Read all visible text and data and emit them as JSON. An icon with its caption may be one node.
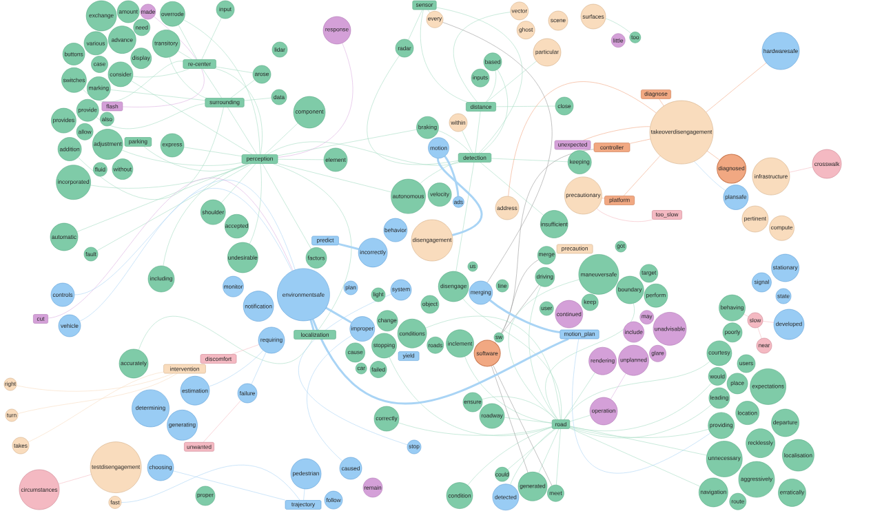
{
  "diagram": {
    "nodes": [
      {
        "text": [
          "exchange"
        ]
      },
      {
        "text": [
          "amount"
        ]
      },
      {
        "text": [
          "made"
        ]
      },
      {
        "text": [
          "overrode"
        ]
      },
      {
        "text": [
          "need"
        ]
      },
      {
        "text": [
          "various"
        ]
      },
      {
        "text": [
          "advance"
        ]
      },
      {
        "text": [
          "transitory"
        ]
      },
      {
        "text": [
          "display"
        ]
      },
      {
        "text": [
          "buttons"
        ]
      },
      {
        "text": [
          "switches"
        ]
      },
      {
        "text": [
          "case"
        ]
      },
      {
        "text": [
          "consider"
        ]
      },
      {
        "text": [
          "marking"
        ]
      },
      {
        "text": [
          "flash"
        ]
      },
      {
        "text": [
          "provide"
        ]
      },
      {
        "text": [
          "provides"
        ]
      },
      {
        "text": [
          "also"
        ]
      },
      {
        "text": [
          "allow"
        ]
      },
      {
        "text": [
          "adjustment"
        ]
      },
      {
        "text": [
          "parking"
        ]
      },
      {
        "text": [
          "without"
        ]
      },
      {
        "text": [
          "addition"
        ]
      },
      {
        "text": [
          "incorporated"
        ]
      },
      {
        "text": [
          "fluid"
        ]
      },
      {
        "text": [
          "input"
        ]
      },
      {
        "text": [
          "re-center"
        ]
      },
      {
        "text": [
          "lidar"
        ]
      },
      {
        "text": [
          "arose"
        ]
      },
      {
        "text": [
          "surrounding"
        ]
      },
      {
        "text": [
          "data"
        ]
      },
      {
        "text": [
          "component"
        ]
      },
      {
        "text": [
          "express"
        ]
      },
      {
        "text": [
          "perception"
        ]
      },
      {
        "text": [
          "element"
        ]
      },
      {
        "text": [
          "response"
        ]
      },
      {
        "text": [
          "sensor"
        ]
      },
      {
        "text": [
          "every"
        ]
      },
      {
        "text": [
          "radar"
        ]
      },
      {
        "text": [
          "vector"
        ]
      },
      {
        "text": [
          "scene"
        ]
      },
      {
        "text": [
          "ghost"
        ]
      },
      {
        "text": [
          "surfaces"
        ]
      },
      {
        "text": [
          "particular"
        ]
      },
      {
        "text": [
          "little"
        ]
      },
      {
        "text": [
          "too"
        ]
      },
      {
        "text": [
          "based"
        ]
      },
      {
        "text": [
          "inputs"
        ]
      },
      {
        "text": [
          "distance"
        ]
      },
      {
        "text": [
          "close"
        ]
      },
      {
        "text": [
          "within"
        ]
      },
      {
        "text": [
          "braking"
        ]
      },
      {
        "text": [
          "motion"
        ]
      },
      {
        "text": [
          "detection"
        ]
      },
      {
        "text": [
          "unexpected"
        ]
      },
      {
        "text": [
          "controller"
        ]
      },
      {
        "text": [
          "diagnose"
        ]
      },
      {
        "text": [
          "hardwaresafe"
        ]
      },
      {
        "text": [
          "takeoverdisengagement"
        ]
      },
      {
        "text": [
          "crosswalk"
        ]
      },
      {
        "text": [
          "diagnosed"
        ]
      },
      {
        "text": [
          "infrastructure"
        ]
      },
      {
        "text": [
          "plansafe"
        ]
      },
      {
        "text": [
          "pertinent"
        ]
      },
      {
        "text": [
          "compute"
        ]
      },
      {
        "text": [
          "keeping"
        ]
      },
      {
        "text": [
          "precautionary"
        ]
      },
      {
        "text": [
          "platform"
        ]
      },
      {
        "text": [
          "too_slow"
        ]
      },
      {
        "text": [
          "autonomous"
        ]
      },
      {
        "text": [
          "velocity"
        ]
      },
      {
        "text": [
          "ads"
        ]
      },
      {
        "text": [
          "address"
        ]
      },
      {
        "text": [
          "insufficient"
        ]
      },
      {
        "text": [
          "got"
        ]
      },
      {
        "text": [
          "shoulder"
        ]
      },
      {
        "text": [
          "accepted"
        ]
      },
      {
        "text": [
          "automatic"
        ]
      },
      {
        "text": [
          "fault"
        ]
      },
      {
        "text": [
          "predict"
        ]
      },
      {
        "text": [
          "behavior"
        ]
      },
      {
        "text": [
          "incorrectly"
        ]
      },
      {
        "text": [
          "disengagement"
        ]
      },
      {
        "text": [
          "merge"
        ]
      },
      {
        "text": [
          "precaution"
        ]
      },
      {
        "text": [
          "undesirable"
        ]
      },
      {
        "text": [
          "factors"
        ]
      },
      {
        "text": [
          "us"
        ]
      },
      {
        "text": [
          "driving"
        ]
      },
      {
        "text": [
          "including"
        ]
      },
      {
        "text": [
          "environmentsafe"
        ]
      },
      {
        "text": [
          "monitor"
        ]
      },
      {
        "text": [
          "notification"
        ]
      },
      {
        "text": [
          "plan"
        ]
      },
      {
        "text": [
          "light"
        ]
      },
      {
        "text": [
          "system"
        ]
      },
      {
        "text": [
          "object"
        ]
      },
      {
        "text": [
          "disengage"
        ]
      },
      {
        "text": [
          "merging"
        ]
      },
      {
        "text": [
          "line"
        ]
      },
      {
        "text": [
          "maneuversafe"
        ]
      },
      {
        "text": [
          "keep"
        ]
      },
      {
        "text": [
          "boundary"
        ]
      },
      {
        "text": [
          "target"
        ]
      },
      {
        "text": [
          "perform"
        ]
      },
      {
        "text": [
          "stationary"
        ]
      },
      {
        "text": [
          "signal"
        ]
      },
      {
        "text": [
          "state"
        ]
      },
      {
        "text": [
          "controls"
        ]
      },
      {
        "text": [
          "user"
        ]
      },
      {
        "text": [
          "continued"
        ]
      },
      {
        "text": [
          "behaving"
        ]
      },
      {
        "text": [
          "slow"
        ]
      },
      {
        "text": [
          "developed"
        ]
      },
      {
        "text": [
          "cut"
        ]
      },
      {
        "text": [
          "vehicle"
        ]
      },
      {
        "text": [
          "localization"
        ]
      },
      {
        "text": [
          "change"
        ]
      },
      {
        "text": [
          "improper"
        ]
      },
      {
        "text": [
          "conditions"
        ]
      },
      {
        "text": [
          "motion_plan"
        ]
      },
      {
        "text": [
          "may"
        ]
      },
      {
        "text": [
          "include"
        ]
      },
      {
        "text": [
          "unadvisable"
        ]
      },
      {
        "text": [
          "requiring"
        ]
      },
      {
        "text": [
          "cause"
        ]
      },
      {
        "text": [
          "stopping"
        ]
      },
      {
        "text": [
          "roads"
        ]
      },
      {
        "text": [
          "inclement"
        ]
      },
      {
        "text": [
          "software"
        ]
      },
      {
        "text": [
          "sw"
        ]
      },
      {
        "text": [
          "poorly"
        ]
      },
      {
        "text": [
          "near"
        ]
      },
      {
        "text": [
          "glare"
        ]
      },
      {
        "text": [
          "courtesy"
        ]
      },
      {
        "text": [
          "yield"
        ]
      },
      {
        "text": [
          "failed"
        ]
      },
      {
        "text": [
          "car"
        ]
      },
      {
        "text": [
          "accurately"
        ]
      },
      {
        "text": [
          "discomfort"
        ]
      },
      {
        "text": [
          "intervention"
        ]
      },
      {
        "text": [
          "unplanned"
        ]
      },
      {
        "text": [
          "rendering"
        ]
      },
      {
        "text": [
          "users"
        ]
      },
      {
        "text": [
          "would"
        ]
      },
      {
        "text": [
          "right"
        ]
      },
      {
        "text": [
          "estimation"
        ]
      },
      {
        "text": [
          "place"
        ]
      },
      {
        "text": [
          "expectations"
        ]
      },
      {
        "text": [
          "failure"
        ]
      },
      {
        "text": [
          "leading"
        ]
      },
      {
        "text": [
          "ensure"
        ]
      },
      {
        "text": [
          "operation"
        ]
      },
      {
        "text": [
          "location"
        ]
      },
      {
        "text": [
          "determining"
        ]
      },
      {
        "text": [
          "turn"
        ]
      },
      {
        "text": [
          "roadway"
        ]
      },
      {
        "text": [
          "correctly"
        ]
      },
      {
        "text": [
          "road"
        ]
      },
      {
        "text": [
          "providing"
        ]
      },
      {
        "text": [
          "generating"
        ]
      },
      {
        "text": [
          "departure"
        ]
      },
      {
        "text": [
          "unwanted"
        ]
      },
      {
        "text": [
          "takes"
        ]
      },
      {
        "text": [
          "stop"
        ]
      },
      {
        "text": [
          "recklessly"
        ]
      },
      {
        "text": [
          "unnecessary"
        ]
      },
      {
        "text": [
          "localisation"
        ]
      },
      {
        "text": [
          "choosing"
        ]
      },
      {
        "text": [
          "caused"
        ]
      },
      {
        "text": [
          "testdisengagement"
        ]
      },
      {
        "text": [
          "pedestrian"
        ]
      },
      {
        "text": [
          "could"
        ]
      },
      {
        "text": [
          "aggressively"
        ]
      },
      {
        "text": [
          "remain"
        ]
      },
      {
        "text": [
          "circumstances"
        ]
      },
      {
        "text": [
          "navigation"
        ]
      },
      {
        "text": [
          "generated"
        ]
      },
      {
        "text": [
          "meet"
        ]
      },
      {
        "text": [
          "proper"
        ]
      },
      {
        "text": [
          "erratically"
        ]
      },
      {
        "text": [
          "condition"
        ]
      },
      {
        "text": [
          "fast"
        ]
      },
      {
        "text": [
          "follow"
        ]
      },
      {
        "text": [
          "detected"
        ]
      },
      {
        "text": [
          "trajectory"
        ]
      },
      {
        "text": [
          "route"
        ]
      }
    ],
    "edges": [
      {
        "from": 158,
        "to": 156,
        "arrow": "none"
      },
      {
        "from": 158,
        "to": 151,
        "arrow": "none"
      },
      {
        "from": 158,
        "to": 177,
        "arrow": "none"
      },
      {
        "from": 158,
        "to": 178,
        "arrow": "none"
      },
      {
        "from": 158,
        "to": 181,
        "arrow": "none"
      },
      {
        "from": 158,
        "to": 172,
        "arrow": "none"
      },
      {
        "from": 158,
        "to": 134,
        "arrow": "none"
      },
      {
        "from": 158,
        "to": 144,
        "arrow": "none"
      },
      {
        "from": 158,
        "to": 150,
        "arrow": "none"
      },
      {
        "from": 158,
        "to": 159,
        "arrow": "none"
      },
      {
        "from": 158,
        "to": 166,
        "arrow": "none"
      },
      {
        "from": 158,
        "to": 176,
        "arrow": "none"
      },
      {
        "from": 158,
        "to": 152,
        "arrow": "none"
      },
      {
        "from": 158,
        "to": 142,
        "arrow": "none"
      },
      {
        "from": 158,
        "to": 100,
        "arrow": "none"
      },
      {
        "from": 158,
        "to": 102,
        "arrow": "none"
      },
      {
        "from": 158,
        "to": 88,
        "arrow": "none"
      },
      {
        "from": 158,
        "to": 97,
        "arrow": "none"
      },
      {
        "from": 158,
        "to": 128,
        "arrow": "none"
      },
      {
        "from": 158,
        "to": 119,
        "arrow": "none"
      },
      {
        "from": 158,
        "to": 126,
        "arrow": "none"
      },
      {
        "from": 158,
        "to": 157,
        "arrow": "none"
      },
      {
        "from": 158,
        "to": 184,
        "arrow": "none"
      },
      {
        "from": 33,
        "to": 26,
        "arrow": "none"
      },
      {
        "from": 33,
        "to": 29,
        "arrow": "none"
      },
      {
        "from": 33,
        "to": 31,
        "arrow": "none"
      },
      {
        "from": 33,
        "to": 34,
        "arrow": "none"
      },
      {
        "from": 33,
        "to": 32,
        "arrow": "none"
      },
      {
        "from": 33,
        "to": 20,
        "arrow": "none"
      },
      {
        "from": 33,
        "to": 23,
        "arrow": "none"
      },
      {
        "from": 33,
        "to": 19,
        "arrow": "none"
      },
      {
        "from": 33,
        "to": 12,
        "arrow": "none"
      },
      {
        "from": 33,
        "to": 75,
        "arrow": "none"
      },
      {
        "from": 33,
        "to": 85,
        "arrow": "none"
      },
      {
        "from": 33,
        "to": 89,
        "arrow": "none"
      },
      {
        "from": 33,
        "to": 86,
        "arrow": "none"
      },
      {
        "from": 33,
        "to": 116,
        "arrow": "none"
      },
      {
        "from": 33,
        "to": 69,
        "arrow": "none"
      },
      {
        "from": 33,
        "to": 51,
        "arrow": "none"
      },
      {
        "from": 33,
        "to": 53,
        "arrow": "none"
      },
      {
        "from": 33,
        "to": 3,
        "arrow": "none"
      },
      {
        "from": 33,
        "to": 77,
        "arrow": "none"
      },
      {
        "from": 33,
        "to": 78,
        "arrow": "none"
      },
      {
        "from": 29,
        "to": 26,
        "arrow": "none"
      },
      {
        "from": 29,
        "to": 28,
        "arrow": "none"
      },
      {
        "from": 29,
        "to": 30,
        "arrow": "none"
      },
      {
        "from": 29,
        "to": 7,
        "arrow": "none"
      },
      {
        "from": 29,
        "to": 13,
        "arrow": "none"
      },
      {
        "from": 29,
        "to": 15,
        "arrow": "none"
      },
      {
        "from": 29,
        "to": 22,
        "arrow": "none"
      },
      {
        "from": 26,
        "to": 3,
        "arrow": "none"
      },
      {
        "from": 26,
        "to": 7,
        "arrow": "none"
      },
      {
        "from": 26,
        "to": 12,
        "arrow": "none"
      },
      {
        "from": 26,
        "to": 10,
        "arrow": "none"
      },
      {
        "from": 26,
        "to": 28,
        "arrow": "none"
      },
      {
        "from": 26,
        "to": 25,
        "arrow": "none"
      },
      {
        "from": 53,
        "to": 48,
        "arrow": "none"
      },
      {
        "from": 53,
        "to": 46,
        "arrow": "none"
      },
      {
        "from": 53,
        "to": 38,
        "arrow": "none"
      },
      {
        "from": 53,
        "to": 36,
        "arrow": "none"
      },
      {
        "from": 53,
        "to": 51,
        "arrow": "none"
      },
      {
        "from": 53,
        "to": 65,
        "arrow": "none"
      },
      {
        "from": 53,
        "to": 73,
        "arrow": "none"
      },
      {
        "from": 53,
        "to": 69,
        "arrow": "none"
      },
      {
        "from": 53,
        "to": 97,
        "arrow": "none"
      },
      {
        "from": 53,
        "to": 50,
        "arrow": "none"
      },
      {
        "from": 48,
        "to": 46,
        "arrow": "none"
      },
      {
        "from": 48,
        "to": 36,
        "arrow": "none"
      },
      {
        "from": 48,
        "to": 49,
        "arrow": "none"
      },
      {
        "from": 48,
        "to": 39,
        "arrow": "none"
      },
      {
        "from": 48,
        "to": 43,
        "arrow": "none"
      },
      {
        "from": 36,
        "to": 38,
        "arrow": "none"
      },
      {
        "from": 36,
        "to": 37,
        "arrow": "none"
      },
      {
        "from": 138,
        "to": 116,
        "arrow": "none"
      },
      {
        "from": 42,
        "to": 45,
        "arrow": "none"
      },
      {
        "from": 129,
        "to": 130,
        "arrow": "none",
        "color": "#999999"
      },
      {
        "from": 130,
        "to": 88,
        "arrow": "none",
        "color": "#999999"
      },
      {
        "from": 130,
        "to": 83,
        "arrow": "none",
        "color": "#999999"
      },
      {
        "from": 130,
        "to": 55,
        "arrow": "none",
        "color": "#999999"
      },
      {
        "from": 129,
        "to": 177,
        "arrow": "none",
        "color": "#999999"
      },
      {
        "from": 129,
        "to": 178,
        "arrow": "none",
        "color": "#999999"
      },
      {
        "from": 37,
        "to": 98,
        "arrow": "none",
        "color": "#999999"
      },
      {
        "from": 120,
        "to": 90,
        "arrow": "none",
        "style": "thick",
        "color": "#a9d4f5"
      },
      {
        "from": 52,
        "to": 82,
        "arrow": "none",
        "style": "thick",
        "color": "#a9d4f5"
      },
      {
        "from": 52,
        "to": 71,
        "arrow": "none",
        "style": "thick",
        "color": "#a9d4f5"
      },
      {
        "from": 79,
        "to": 81,
        "arrow": "none",
        "style": "thick",
        "color": "#a9d4f5"
      },
      {
        "from": 118,
        "to": 90,
        "arrow": "none",
        "style": "thick",
        "color": "#a9d4f5"
      },
      {
        "from": 116,
        "to": 90,
        "arrow": "none",
        "style": "thick",
        "color": "#a9d4f5"
      },
      {
        "from": 120,
        "to": 98,
        "arrow": "none",
        "style": "thick",
        "color": "#a9d4f5"
      },
      {
        "from": 120,
        "to": 159,
        "arrow": "none",
        "color": "#a9d4f5"
      },
      {
        "from": 108,
        "to": 90,
        "arrow": "none",
        "color": "#a9d4f5"
      },
      {
        "from": 115,
        "to": 90,
        "arrow": "none",
        "color": "#a9d4f5"
      },
      {
        "from": 62,
        "to": 58,
        "arrow": "none",
        "color": "#a9d4f5"
      },
      {
        "from": 146,
        "to": 124,
        "arrow": "none",
        "color": "#a9d4f5"
      },
      {
        "from": 168,
        "to": 185,
        "arrow": "none",
        "color": "#a9d4f5"
      },
      {
        "from": 182,
        "to": 185,
        "arrow": "none",
        "color": "#a9d4f5"
      },
      {
        "from": 171,
        "to": 185,
        "arrow": "none",
        "color": "#a9d4f5"
      },
      {
        "from": 169,
        "to": 118,
        "arrow": "none",
        "color": "#a9d4f5"
      },
      {
        "from": 164,
        "to": 95,
        "arrow": "none",
        "color": "#a9d4f5"
      },
      {
        "from": 149,
        "to": 124,
        "arrow": "none",
        "color": "#a9d4f5"
      },
      {
        "from": 58,
        "to": 57,
        "arrow": "none",
        "color": "#f2a47f"
      },
      {
        "from": 58,
        "to": 60,
        "arrow": "none",
        "color": "#f2a47f"
      },
      {
        "from": 56,
        "to": 58,
        "arrow": "none",
        "color": "#f2a47f"
      },
      {
        "from": 55,
        "to": 58,
        "arrow": "none",
        "color": "#f2a47f"
      },
      {
        "from": 67,
        "to": 58,
        "arrow": "none",
        "color": "#f2a47f"
      },
      {
        "from": 67,
        "to": 66,
        "arrow": "none",
        "color": "#f2a47f"
      },
      {
        "from": 54,
        "to": 58,
        "arrow": "none",
        "color": "#f2a47f"
      },
      {
        "from": 72,
        "to": 58,
        "arrow": "none",
        "color": "#f2a47f"
      },
      {
        "from": 59,
        "to": 61,
        "arrow": "none",
        "color": "#f5b8c0"
      },
      {
        "from": 112,
        "to": 132,
        "arrow": "none",
        "color": "#f5b8c0"
      },
      {
        "from": 112,
        "to": 111,
        "arrow": "none",
        "color": "#f5b8c0"
      },
      {
        "from": 112,
        "to": 113,
        "arrow": "none",
        "color": "#f5b8c0"
      },
      {
        "from": 170,
        "to": 175,
        "arrow": "none",
        "color": "#f5b8c0"
      },
      {
        "from": 162,
        "to": 149,
        "arrow": "none",
        "color": "#f5b8c0"
      },
      {
        "from": 139,
        "to": 124,
        "arrow": "none",
        "color": "#f5b8c0"
      },
      {
        "from": 68,
        "to": 66,
        "arrow": "none",
        "color": "#f5b8c0"
      },
      {
        "from": 145,
        "to": 140,
        "arrow": "none",
        "color": "#f8dcc0"
      },
      {
        "from": 155,
        "to": 140,
        "arrow": "none",
        "color": "#f8dcc0"
      },
      {
        "from": 163,
        "to": 140,
        "arrow": "none",
        "color": "#f8dcc0"
      },
      {
        "from": 114,
        "to": 90,
        "arrow": "none",
        "color": "#dcaee0"
      },
      {
        "from": 2,
        "to": 14,
        "arrow": "none",
        "color": "#dcaee0"
      },
      {
        "from": 35,
        "to": 33,
        "arrow": "none",
        "color": "#dcaee0"
      },
      {
        "from": 141,
        "to": 152,
        "arrow": "none",
        "color": "#dcaee0"
      }
    ]
  }
}
